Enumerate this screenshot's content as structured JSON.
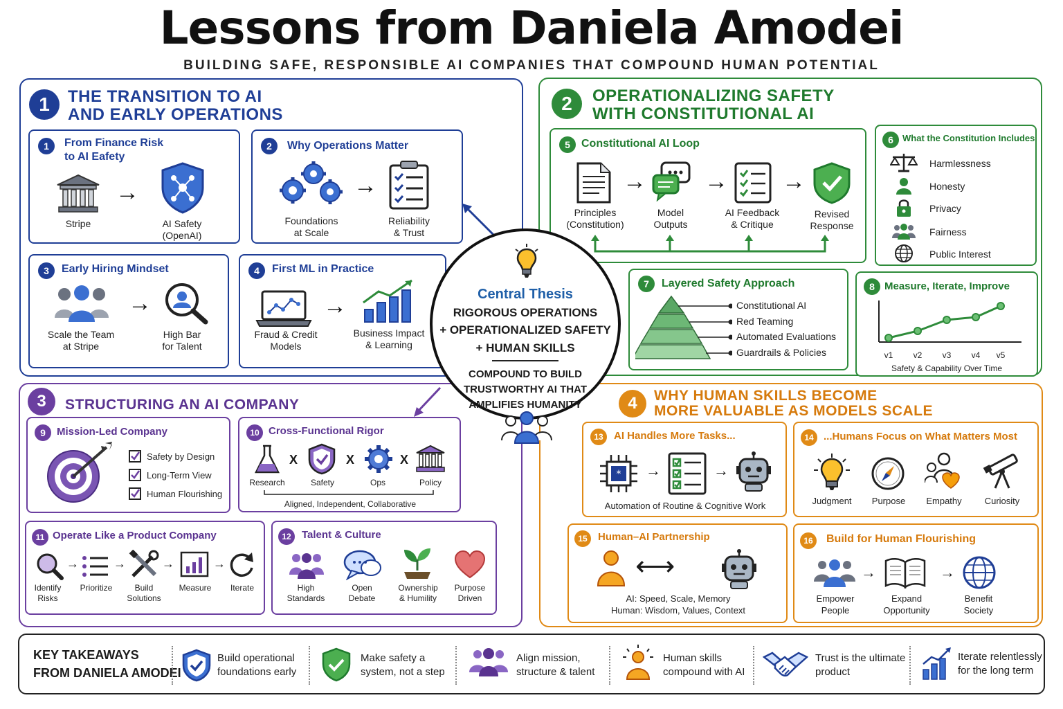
{
  "title": "Lessons from Daniela Amodei",
  "subtitle": "BUILDING SAFE, RESPONSIBLE AI COMPANIES THAT COMPOUND HUMAN POTENTIAL",
  "colors": {
    "blue": "#1f3e96",
    "green": "#2e8b3a",
    "purple": "#6b3fa0",
    "orange": "#e08a16"
  },
  "sections": [
    {
      "num": "1",
      "title": "THE TRANSITION TO AI AND EARLY OPERATIONS",
      "line1": "THE TRANSITION TO AI",
      "line2": "AND EARLY OPERATIONS"
    },
    {
      "num": "2",
      "title": "OPERATIONALIZING SAFETY WITH CONSTITUTIONAL AI",
      "line1": "OPERATIONALIZING SAFETY",
      "line2": "WITH CONSTITUTIONAL AI"
    },
    {
      "num": "3",
      "title": "STRUCTURING AN AI COMPANY",
      "line1": "STRUCTURING AN AI COMPANY"
    },
    {
      "num": "4",
      "title": "WHY HUMAN SKILLS BECOME MORE VALUABLE AS MODELS SCALE",
      "line1": "WHY HUMAN SKILLS BECOME",
      "line2": "MORE VALUABLE AS MODELS SCALE"
    }
  ],
  "cards": {
    "c1": {
      "num": "1",
      "title1": "From Finance Risk",
      "title2": "to AI Eafety",
      "left": "Stripe",
      "right1": "AI Safety",
      "right2": "(OpenAI)"
    },
    "c2": {
      "num": "2",
      "title": "Why Operations Matter",
      "left1": "Foundations",
      "left2": "at Scale",
      "right1": "Reliability",
      "right2": "& Trust"
    },
    "c3": {
      "num": "3",
      "title": "Early Hiring Mindset",
      "left1": "Scale the Team",
      "left2": "at Stripe",
      "right1": "High Bar",
      "right2": "for Talent"
    },
    "c4": {
      "num": "4",
      "title": "First ML in Practice",
      "left1": "Fraud & Credit",
      "left2": "Models",
      "right1": "Business Impact",
      "right2": "& Learning"
    },
    "c5": {
      "num": "5",
      "title": "Constitutional AI Loop",
      "steps": [
        {
          "l1": "Principles",
          "l2": "(Constitution)"
        },
        {
          "l1": "Model",
          "l2": "Outputs"
        },
        {
          "l1": "AI Feedback",
          "l2": "& Critique"
        },
        {
          "l1": "Revised",
          "l2": "Response"
        }
      ]
    },
    "c6": {
      "num": "6",
      "title": "What the Constitution Includes",
      "items": [
        "Harmlessness",
        "Honesty",
        "Privacy",
        "Fairness",
        "Public Interest"
      ]
    },
    "c7": {
      "num": "7",
      "title": "Layered Safety Approach",
      "layers": [
        "Constitutional AI",
        "Red Teaming",
        "Automated Evaluations",
        "Guardrails & Policies"
      ]
    },
    "c8": {
      "num": "8",
      "title": "Measure, Iterate, Improve",
      "caption": "Safety & Capability Over Time",
      "x": [
        "v1",
        "v2",
        "v3",
        "v4",
        "v5"
      ]
    },
    "c9": {
      "num": "9",
      "title": "Mission-Led Company",
      "checks": [
        "Safety by Design",
        "Long-Term View",
        "Human Flourishing"
      ]
    },
    "c10": {
      "num": "10",
      "title": "Cross-Functional Rigor",
      "items": [
        "Research",
        "Safety",
        "Ops",
        "Policy"
      ],
      "x": "X",
      "caption": "Aligned, Independent, Collaborative"
    },
    "c11": {
      "num": "11",
      "title": "Operate Like a Product Company",
      "steps": [
        {
          "l1": "Identify",
          "l2": "Risks"
        },
        {
          "l1": "Prioritize",
          "l2": ""
        },
        {
          "l1": "Build",
          "l2": "Solutions"
        },
        {
          "l1": "Measure",
          "l2": ""
        },
        {
          "l1": "Iterate",
          "l2": ""
        }
      ]
    },
    "c12": {
      "num": "12",
      "title": "Talent & Culture",
      "items": [
        {
          "l1": "High",
          "l2": "Standards"
        },
        {
          "l1": "Open",
          "l2": "Debate"
        },
        {
          "l1": "Ownership",
          "l2": "& Humility"
        },
        {
          "l1": "Purpose",
          "l2": "Driven"
        }
      ]
    },
    "c13": {
      "num": "13",
      "title": "AI Handles More Tasks...",
      "caption": "Automation of Routine & Cognitive Work"
    },
    "c14": {
      "num": "14",
      "title": "...Humans Focus on What Matters Most",
      "items": [
        "Judgment",
        "Purpose",
        "Empathy",
        "Curiosity"
      ]
    },
    "c15": {
      "num": "15",
      "title": "Human–AI Partnership",
      "cap1": "AI: Speed, Scale, Memory",
      "cap2": "Human: Wisdom, Values, Context"
    },
    "c16": {
      "num": "16",
      "title": "Build for Human Flourishing",
      "items": [
        {
          "l1": "Empower",
          "l2": "People"
        },
        {
          "l1": "Expand",
          "l2": "Opportunity"
        },
        {
          "l1": "Benefit",
          "l2": "Society"
        }
      ]
    }
  },
  "central": {
    "heading": "Central Thesis",
    "line1": "RIGOROUS OPERATIONS",
    "line2": "+ OPERATIONALIZED SAFETY",
    "line3": "+ HUMAN SKILLS",
    "line4": "COMPOUND TO BUILD",
    "line5": "TRUSTWORTHY AI THAT",
    "line6": "AMPLIFIES HUMANITY"
  },
  "takeaways": {
    "label1": "KEY TAKEAWAYS",
    "label2": "FROM DANIELA AMODEI",
    "items": [
      {
        "l1": "Build operational",
        "l2": "foundations early"
      },
      {
        "l1": "Make safety a",
        "l2": "system, not a step"
      },
      {
        "l1": "Align mission,",
        "l2": "structure & talent"
      },
      {
        "l1": "Human skills",
        "l2": "compound with AI"
      },
      {
        "l1": "Trust is the ultimate",
        "l2": "product"
      },
      {
        "l1": "Iterate relentlessly",
        "l2": "for the long term"
      }
    ]
  },
  "arrows": {
    "right": "→",
    "double": "⟷"
  }
}
